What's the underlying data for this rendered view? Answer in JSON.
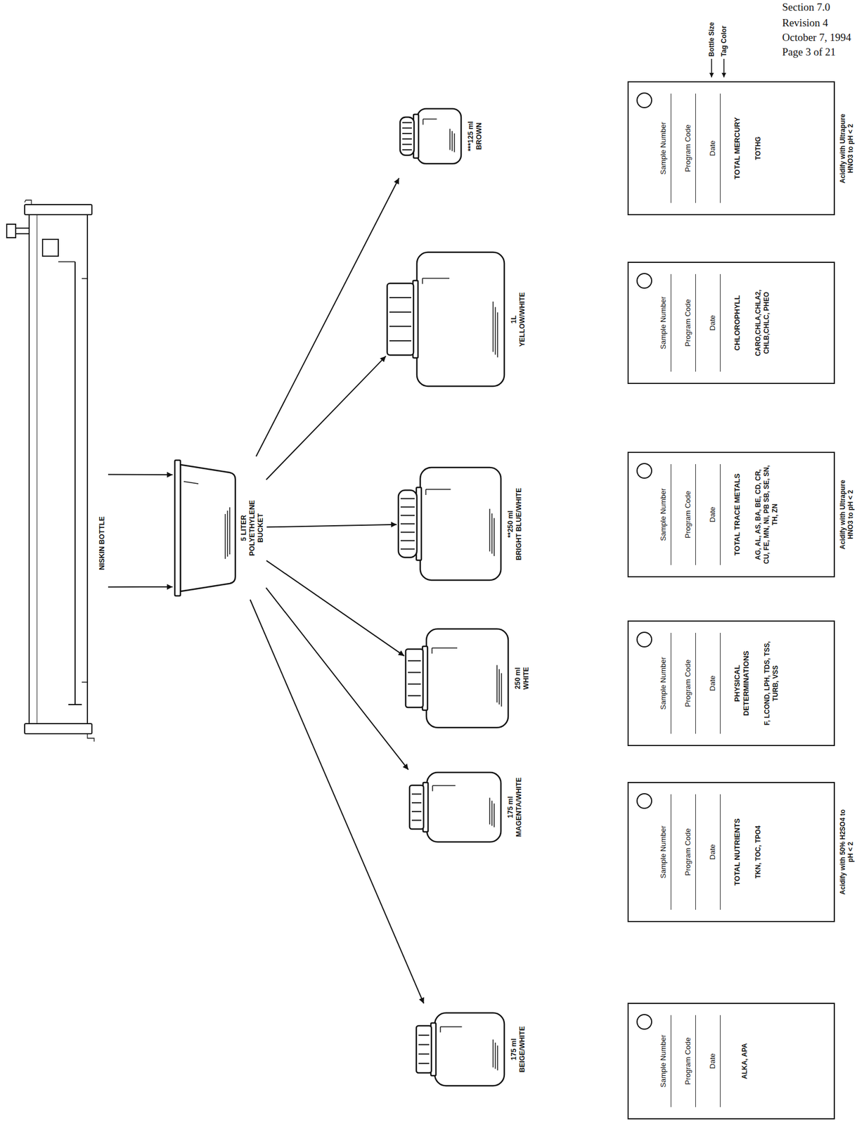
{
  "diagram": {
    "nodes": [
      {
        "text": [
          "NISKIN BOTTLE"
        ]
      },
      {
        "text": [
          "5 LITER POLYETHYLENE BUCKET"
        ]
      },
      {
        "text": [
          "175 ml",
          "BEIGE/WHITE"
        ]
      },
      {
        "text": [
          "Sample Number",
          "Program Code",
          "Date",
          "ALKA, APA"
        ]
      },
      {
        "text": [
          "175 ml",
          "MAGENTA/WHITE"
        ]
      },
      {
        "text": [
          "Sample Number",
          "Program Code",
          "Date",
          "TOTAL NUTRIENTS",
          "TKN, TOC, TPO4"
        ]
      },
      {
        "text": [
          "250 ml",
          "WHITE"
        ]
      },
      {
        "text": [
          "Sample Number",
          "Program Code",
          "Date",
          "PHYSICAL DETERMINATIONS",
          "F, LCOND, LPH, TDS, TSS, TURB, VSS"
        ]
      },
      {
        "text": [
          "**250 ml",
          "BRIGHT BLUE/WHITE"
        ]
      },
      {
        "text": [
          "Sample Number",
          "Program Code",
          "Date",
          "TOTAL TRACE METALS",
          "AG, AL, AS, BA, BE, CD, CR, CU, FE, MN, NI, PB SB, SE, SN, TH, ZN"
        ]
      },
      {
        "text": [
          "1L",
          "YELLOW/WHITE"
        ]
      },
      {
        "text": [
          "Sample Number",
          "Program Code",
          "Date",
          "CHLOROPHYLL",
          "CARO,CHLA,CHLA2, CHLB,CHLC, PHEO"
        ]
      },
      {
        "text": [
          "***125 ml",
          "BROWN"
        ]
      },
      {
        "text": [
          "Sample Number",
          "Program Code",
          "Date",
          "TOTAL MERCURY",
          "TOTHG"
        ]
      }
    ],
    "edges": [
      {
        "from": 0,
        "to": 1,
        "arrow": "to"
      },
      {
        "from": 0,
        "to": 1,
        "arrow": "to"
      },
      {
        "from": 1,
        "to": 2,
        "arrow": "to"
      },
      {
        "from": 1,
        "to": 4,
        "arrow": "to"
      },
      {
        "from": 1,
        "to": 6,
        "arrow": "to"
      },
      {
        "from": 1,
        "to": 8,
        "arrow": "to"
      },
      {
        "from": 1,
        "to": 10,
        "arrow": "to"
      },
      {
        "from": 1,
        "to": 12,
        "arrow": "to"
      }
    ],
    "labels": [
      "Section 7.0",
      "Revision 4",
      "October 7, 1994",
      "Page 3 of 21",
      "Bottle Size",
      "Tag Color",
      "Acidify with 50% H2SO4 to pH < 2",
      "Acidify with Ultrapure HNO3 to pH < 2",
      "Acidify with Ultrapure HNO3 to pH < 2"
    ]
  }
}
